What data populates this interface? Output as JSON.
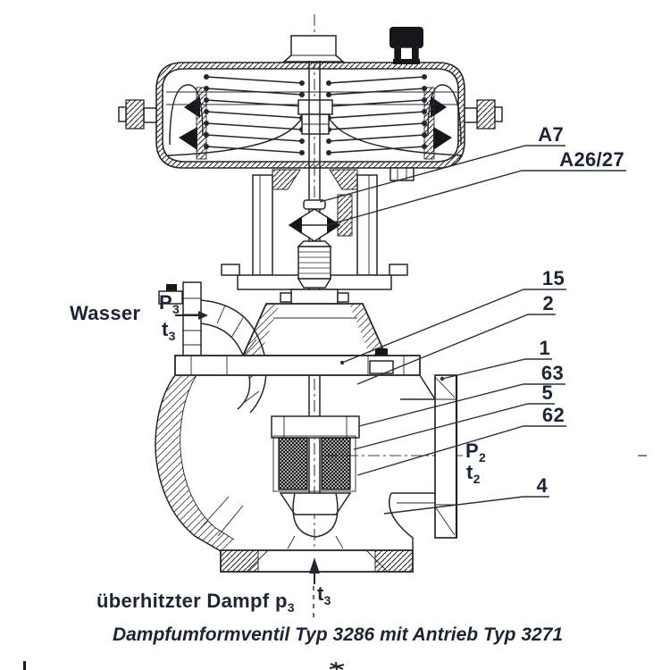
{
  "diagram": {
    "type": "technical-sectional-drawing",
    "caption": "Dampfumformventil Typ 3286 mit Antrieb Typ 3271",
    "water_inlet": {
      "label": "Wasser",
      "pressure_symbol": "P",
      "pressure_subscript": "3",
      "temperature_symbol": "t",
      "temperature_subscript": "3"
    },
    "steam_inlet": {
      "label": "überhitzter Dampf",
      "pressure_symbol": "p",
      "pressure_subscript": "3",
      "temperature_symbol": "t",
      "temperature_subscript": "3"
    },
    "outlet": {
      "pressure_symbol": "P",
      "pressure_subscript": "2",
      "temperature_symbol": "t",
      "temperature_subscript": "2"
    },
    "part_labels": {
      "a7": "A7",
      "a26_27": "A26/27",
      "n15": "15",
      "n2": "2",
      "n1": "1",
      "n63": "63",
      "n5": "5",
      "n62": "62",
      "n4": "4"
    },
    "colors": {
      "line": "#23272e",
      "label_text": "#1d2534",
      "dark_fill": "#15171b",
      "background": "#ffffff"
    }
  }
}
